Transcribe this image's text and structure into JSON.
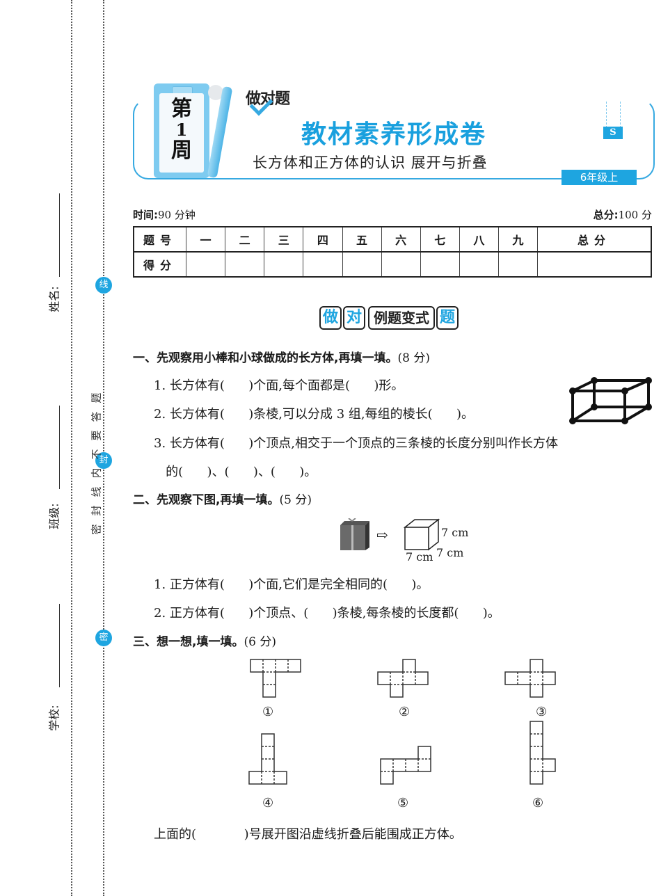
{
  "margin": {
    "fields": [
      {
        "label": "姓名:"
      },
      {
        "label": "班级:"
      },
      {
        "label": "学校:"
      }
    ],
    "seals": [
      "线",
      "封",
      "密"
    ],
    "seal_note": "密封线内不要答题"
  },
  "banner": {
    "week_badge": [
      "第",
      "1",
      "周"
    ],
    "brand": "做对题",
    "title": "教材素养形成卷",
    "subtitle": "长方体和正方体的认识  展开与折叠",
    "grade": "6年级上",
    "badge_letter": "S"
  },
  "exam_meta": {
    "time_label": "时间:",
    "time_value": "90 分钟",
    "total_label": "总分:",
    "total_value": "100 分"
  },
  "score_table": {
    "header_row": [
      "题号",
      "一",
      "二",
      "三",
      "四",
      "五",
      "六",
      "七",
      "八",
      "九",
      "总分"
    ],
    "score_row_label": "得分",
    "score_cells": [
      "",
      "",
      "",
      "",
      "",
      "",
      "",
      "",
      "",
      ""
    ]
  },
  "section_banner": {
    "left_box_1": "做",
    "left_box_2": "对",
    "middle": "例题变式",
    "right_box": "题"
  },
  "questions": [
    {
      "heading": "一、先观察用小棒和小球做成的长方体,再填一填。",
      "points": "(8 分)",
      "items": [
        "1. 长方体有(      )个面,每个面都是(      )形。",
        "2. 长方体有(      )条棱,可以分成 3 组,每组的棱长(      )。",
        "3. 长方体有(      )个顶点,相交于一个顶点的三条棱的长度分别叫作长方体",
        "   的(      )、(      )、(      )。"
      ],
      "figure": "wireframe-cuboid"
    },
    {
      "heading": "二、先观察下图,再填一填。",
      "points": "(5 分)",
      "figure": {
        "left": "gift-box",
        "arrow": "⇨",
        "dims": [
          "7 cm",
          "7 cm",
          "7 cm"
        ]
      },
      "items": [
        "1. 正方体有(      )个面,它们是完全相同的(      )。",
        "2. 正方体有(      )个顶点、(      )条棱,每条棱的长度都(      )。"
      ]
    },
    {
      "heading": "三、想一想,填一填。",
      "points": "(6 分)",
      "nets": [
        "①",
        "②",
        "③",
        "④",
        "⑤",
        "⑥"
      ],
      "answer_line": "上面的(            )号展开图沿虚线折叠后能围成正方体。"
    }
  ],
  "colors": {
    "accent": "#1ea5e0",
    "frame": "#36a9e1",
    "text": "#1a1a1a"
  }
}
